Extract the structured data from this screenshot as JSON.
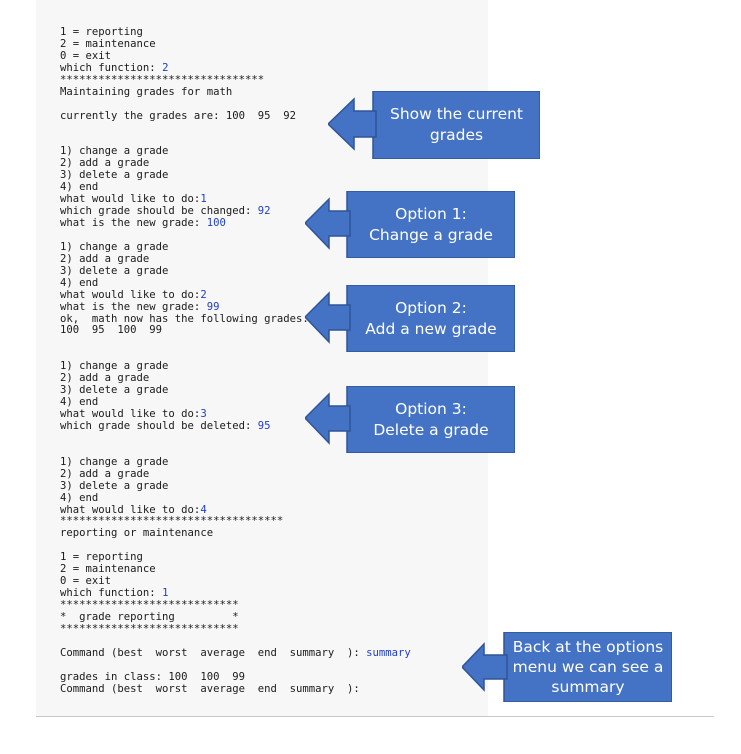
{
  "terminal_lines": [
    [
      {
        "t": "1 = reporting"
      }
    ],
    [
      {
        "t": "2 = maintenance"
      }
    ],
    [
      {
        "t": "0 = exit"
      }
    ],
    [
      {
        "t": "which function: "
      },
      {
        "t": "2",
        "input": true
      }
    ],
    [
      {
        "t": "********************************"
      }
    ],
    [
      {
        "t": "Maintaining grades for math"
      }
    ],
    [
      {
        "t": ""
      }
    ],
    [
      {
        "t": "currently the grades are: 100  95  92"
      }
    ],
    [
      {
        "t": ""
      }
    ],
    [
      {
        "t": ""
      }
    ],
    [
      {
        "t": "1) change a grade"
      }
    ],
    [
      {
        "t": "2) add a grade"
      }
    ],
    [
      {
        "t": "3) delete a grade"
      }
    ],
    [
      {
        "t": "4) end"
      }
    ],
    [
      {
        "t": "what would like to do:"
      },
      {
        "t": "1",
        "input": true
      }
    ],
    [
      {
        "t": "which grade should be changed: "
      },
      {
        "t": "92",
        "input": true
      }
    ],
    [
      {
        "t": "what is the new grade: "
      },
      {
        "t": "100",
        "input": true
      }
    ],
    [
      {
        "t": ""
      }
    ],
    [
      {
        "t": "1) change a grade"
      }
    ],
    [
      {
        "t": "2) add a grade"
      }
    ],
    [
      {
        "t": "3) delete a grade"
      }
    ],
    [
      {
        "t": "4) end"
      }
    ],
    [
      {
        "t": "what would like to do:"
      },
      {
        "t": "2",
        "input": true
      }
    ],
    [
      {
        "t": "what is the new grade: "
      },
      {
        "t": "99",
        "input": true
      }
    ],
    [
      {
        "t": "ok,  math now has the following grades:"
      }
    ],
    [
      {
        "t": "100  95  100  99"
      }
    ],
    [
      {
        "t": ""
      }
    ],
    [
      {
        "t": ""
      }
    ],
    [
      {
        "t": "1) change a grade"
      }
    ],
    [
      {
        "t": "2) add a grade"
      }
    ],
    [
      {
        "t": "3) delete a grade"
      }
    ],
    [
      {
        "t": "4) end"
      }
    ],
    [
      {
        "t": "what would like to do:"
      },
      {
        "t": "3",
        "input": true
      }
    ],
    [
      {
        "t": "which grade should be deleted: "
      },
      {
        "t": "95",
        "input": true
      }
    ],
    [
      {
        "t": ""
      }
    ],
    [
      {
        "t": ""
      }
    ],
    [
      {
        "t": "1) change a grade"
      }
    ],
    [
      {
        "t": "2) add a grade"
      }
    ],
    [
      {
        "t": "3) delete a grade"
      }
    ],
    [
      {
        "t": "4) end"
      }
    ],
    [
      {
        "t": "what would like to do:"
      },
      {
        "t": "4",
        "input": true
      }
    ],
    [
      {
        "t": "***********************************"
      }
    ],
    [
      {
        "t": "reporting or maintenance"
      }
    ],
    [
      {
        "t": ""
      }
    ],
    [
      {
        "t": "1 = reporting"
      }
    ],
    [
      {
        "t": "2 = maintenance"
      }
    ],
    [
      {
        "t": "0 = exit"
      }
    ],
    [
      {
        "t": "which function: "
      },
      {
        "t": "1",
        "input": true
      }
    ],
    [
      {
        "t": "****************************"
      }
    ],
    [
      {
        "t": "*  grade reporting         *"
      }
    ],
    [
      {
        "t": "****************************"
      }
    ],
    [
      {
        "t": ""
      }
    ],
    [
      {
        "t": "Command (best  worst  average  end  summary  ): "
      },
      {
        "t": "summary",
        "input": true
      }
    ],
    [
      {
        "t": ""
      }
    ],
    [
      {
        "t": "grades in class: 100  100  99"
      }
    ],
    [
      {
        "t": "Command (best  worst  average  end  summary  ):"
      }
    ]
  ],
  "callouts": [
    {
      "name": "show-current-grades",
      "lines": [
        "Show the current",
        "grades"
      ]
    },
    {
      "name": "option-1",
      "lines": [
        "Option 1:",
        "Change a grade"
      ]
    },
    {
      "name": "option-2",
      "lines": [
        "Option 2:",
        "Add a new grade"
      ]
    },
    {
      "name": "option-3",
      "lines": [
        "Option 3:",
        "Delete a grade"
      ]
    },
    {
      "name": "back-at-options",
      "lines": [
        "Back at the options",
        "menu we can see a",
        "summary"
      ]
    }
  ],
  "colors": {
    "callout_fill": "#4472c4",
    "callout_border": "#2f5597",
    "input_text": "#1f3ec6",
    "console_bg": "#f7f7f7"
  }
}
